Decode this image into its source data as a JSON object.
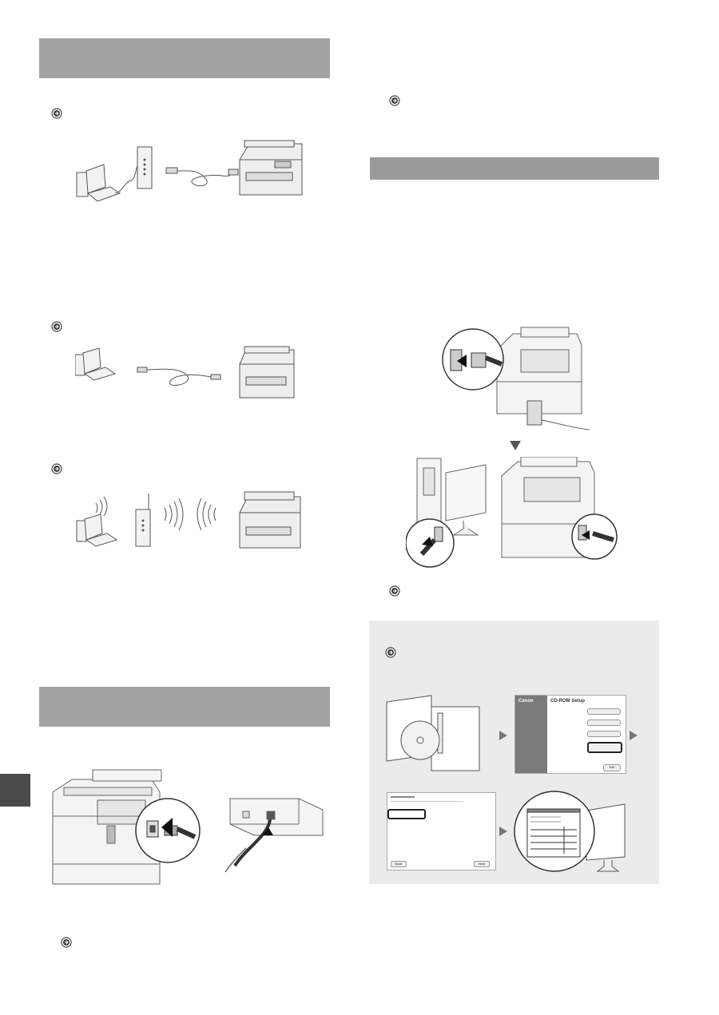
{
  "page": {
    "background": "#ffffff",
    "header_color": "#a3a3a3",
    "panel_color": "#ebebeb",
    "side_tab_color": "#4a4a4a"
  },
  "icons": [
    "arrow-circle-icon"
  ],
  "install_panel": {
    "setup_screen": {
      "title": "CD-ROM Setup",
      "brand": "Canon",
      "exit_label": "Exit"
    },
    "second_screen": {
      "back_label": "Back",
      "next_label": "Next"
    }
  }
}
